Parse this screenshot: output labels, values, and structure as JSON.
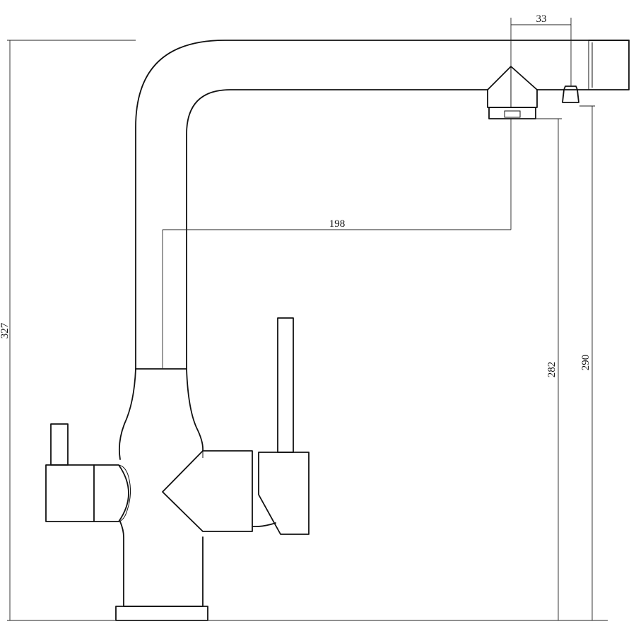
{
  "dimensions": {
    "spout_offset": "33",
    "reach": "198",
    "total_height": "327",
    "spout_height": "282",
    "outlet_height": "290"
  },
  "colors": {
    "line": "#111111",
    "background": "#ffffff"
  }
}
